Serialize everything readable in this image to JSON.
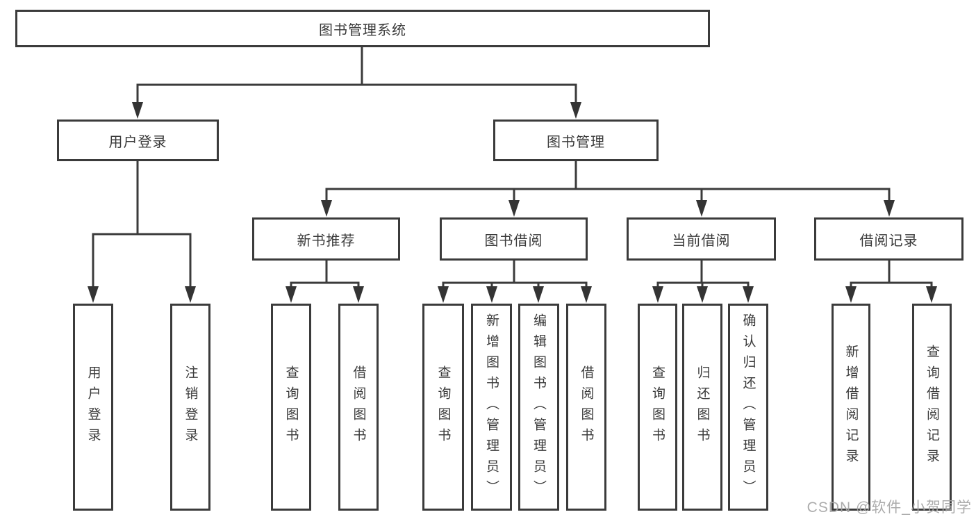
{
  "diagram": {
    "root": {
      "label": "图书管理系统"
    },
    "branches": [
      {
        "label": "用户登录",
        "children": [
          {
            "label": "用户登录"
          },
          {
            "label": "注销登录"
          }
        ]
      },
      {
        "label": "图书管理",
        "children": [
          {
            "label": "新书推荐",
            "children": [
              {
                "label": "查询图书"
              },
              {
                "label": "借阅图书"
              }
            ]
          },
          {
            "label": "图书借阅",
            "children": [
              {
                "label": "查询图书"
              },
              {
                "label": "新增图书（管理员）"
              },
              {
                "label": "编辑图书（管理员）"
              },
              {
                "label": "借阅图书"
              }
            ]
          },
          {
            "label": "当前借阅",
            "children": [
              {
                "label": "查询图书"
              },
              {
                "label": "归还图书"
              },
              {
                "label": "确认归还（管理员）"
              }
            ]
          },
          {
            "label": "借阅记录",
            "children": [
              {
                "label": "新增借阅记录"
              },
              {
                "label": "查询借阅记录"
              }
            ]
          }
        ]
      }
    ],
    "colors": {
      "line": "#3b3b3b",
      "text": "#3a3a3a",
      "watermark": "#a5a5a5"
    },
    "watermark": "CSDN @软件_小贺同学"
  }
}
